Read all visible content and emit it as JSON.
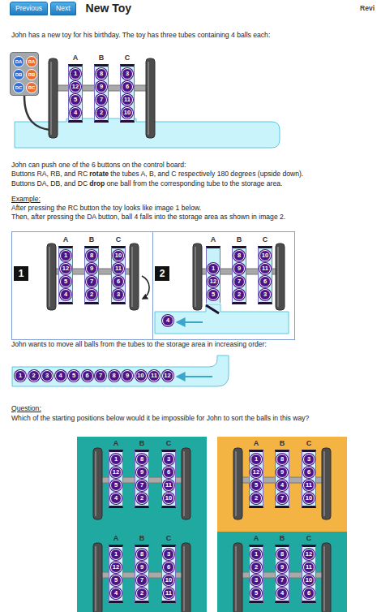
{
  "diagram": {
    "title": "New Toy",
    "nodes": [
      {
        "text": [
          "Previous"
        ]
      },
      {
        "text": [
          "Next"
        ]
      },
      {
        "text": []
      },
      {
        "text": [
          "DA"
        ],
        "in": 2
      },
      {
        "text": [
          "RA"
        ],
        "in": 2
      },
      {
        "text": [
          "DB"
        ],
        "in": 2
      },
      {
        "text": [
          "RB"
        ],
        "in": 2
      },
      {
        "text": [
          "DC"
        ],
        "in": 2
      },
      {
        "text": [
          "RC"
        ],
        "in": 2
      },
      {
        "text": [
          "A"
        ]
      },
      {
        "text": [
          "1"
        ],
        "in": 9
      },
      {
        "text": [
          "12"
        ],
        "in": 9
      },
      {
        "text": [
          "5"
        ],
        "in": 9
      },
      {
        "text": [
          "4"
        ],
        "in": 9
      },
      {
        "text": [
          "B"
        ]
      },
      {
        "text": [
          "8"
        ],
        "in": 14
      },
      {
        "text": [
          "9"
        ],
        "in": 14
      },
      {
        "text": [
          "7"
        ],
        "in": 14
      },
      {
        "text": [
          "2"
        ],
        "in": 14
      },
      {
        "text": [
          "C"
        ]
      },
      {
        "text": [
          "3"
        ],
        "in": 19
      },
      {
        "text": [
          "6"
        ],
        "in": 19
      },
      {
        "text": [
          "11"
        ],
        "in": 19
      },
      {
        "text": [
          "10"
        ],
        "in": 19
      },
      {
        "text": [
          "1"
        ]
      },
      {
        "text": [
          "A"
        ],
        "in": 24
      },
      {
        "text": [
          "1"
        ],
        "in": 25
      },
      {
        "text": [
          "12"
        ],
        "in": 25
      },
      {
        "text": [
          "5"
        ],
        "in": 25
      },
      {
        "text": [
          "4"
        ],
        "in": 25
      },
      {
        "text": [
          "B"
        ],
        "in": 24
      },
      {
        "text": [
          "8"
        ],
        "in": 30
      },
      {
        "text": [
          "9"
        ],
        "in": 30
      },
      {
        "text": [
          "7"
        ],
        "in": 30
      },
      {
        "text": [
          "2"
        ],
        "in": 30
      },
      {
        "text": [
          "C"
        ],
        "in": 24
      },
      {
        "text": [
          "10"
        ],
        "in": 35
      },
      {
        "text": [
          "11"
        ],
        "in": 35
      },
      {
        "text": [
          "6"
        ],
        "in": 35
      },
      {
        "text": [
          "3"
        ],
        "in": 35
      },
      {
        "text": [
          "2"
        ]
      },
      {
        "text": [
          "A"
        ],
        "in": 40
      },
      {
        "text": [
          "1"
        ],
        "in": 41
      },
      {
        "text": [
          "12"
        ],
        "in": 41
      },
      {
        "text": [
          "5"
        ],
        "in": 41
      },
      {
        "text": [
          "B"
        ],
        "in": 40
      },
      {
        "text": [
          "8"
        ],
        "in": 45
      },
      {
        "text": [
          "9"
        ],
        "in": 45
      },
      {
        "text": [
          "7"
        ],
        "in": 45
      },
      {
        "text": [
          "2"
        ],
        "in": 45
      },
      {
        "text": [
          "C"
        ],
        "in": 40
      },
      {
        "text": [
          "10"
        ],
        "in": 50
      },
      {
        "text": [
          "11"
        ],
        "in": 50
      },
      {
        "text": [
          "6"
        ],
        "in": 50
      },
      {
        "text": [
          "3"
        ],
        "in": 50
      },
      {
        "text": [
          "4"
        ],
        "in": 40
      },
      {
        "text": []
      },
      {
        "text": [
          "1"
        ],
        "in": 56
      },
      {
        "text": [
          "2"
        ],
        "in": 56
      },
      {
        "text": [
          "3"
        ],
        "in": 56
      },
      {
        "text": [
          "4"
        ],
        "in": 56
      },
      {
        "text": [
          "5"
        ],
        "in": 56
      },
      {
        "text": [
          "6"
        ],
        "in": 56
      },
      {
        "text": [
          "7"
        ],
        "in": 56
      },
      {
        "text": [
          "8"
        ],
        "in": 56
      },
      {
        "text": [
          "9"
        ],
        "in": 56
      },
      {
        "text": [
          "10"
        ],
        "in": 56
      },
      {
        "text": [
          "11"
        ],
        "in": 56
      },
      {
        "text": [
          "12"
        ],
        "in": 56
      },
      {
        "text": []
      },
      {
        "text": [
          "A"
        ],
        "in": 69
      },
      {
        "text": [
          "1"
        ],
        "in": 70
      },
      {
        "text": [
          "12"
        ],
        "in": 70
      },
      {
        "text": [
          "5"
        ],
        "in": 70
      },
      {
        "text": [
          "4"
        ],
        "in": 70
      },
      {
        "text": [
          "B"
        ],
        "in": 69
      },
      {
        "text": [
          "8"
        ],
        "in": 75
      },
      {
        "text": [
          "9"
        ],
        "in": 75
      },
      {
        "text": [
          "7"
        ],
        "in": 75
      },
      {
        "text": [
          "2"
        ],
        "in": 75
      },
      {
        "text": [
          "C"
        ],
        "in": 69
      },
      {
        "text": [
          "3"
        ],
        "in": 80
      },
      {
        "text": [
          "6"
        ],
        "in": 80
      },
      {
        "text": [
          "11"
        ],
        "in": 80
      },
      {
        "text": [
          "10"
        ],
        "in": 80
      },
      {
        "text": []
      },
      {
        "text": [
          "A"
        ],
        "in": 85
      },
      {
        "text": [
          "1"
        ],
        "in": 86
      },
      {
        "text": [
          "12"
        ],
        "in": 86
      },
      {
        "text": [
          "5"
        ],
        "in": 86
      },
      {
        "text": [
          "2"
        ],
        "in": 86
      },
      {
        "text": [
          "B"
        ],
        "in": 85
      },
      {
        "text": [
          "8"
        ],
        "in": 91
      },
      {
        "text": [
          "9"
        ],
        "in": 91
      },
      {
        "text": [
          "4"
        ],
        "in": 91
      },
      {
        "text": [
          "7"
        ],
        "in": 91
      },
      {
        "text": [
          "C"
        ],
        "in": 85
      },
      {
        "text": [
          "3"
        ],
        "in": 96
      },
      {
        "text": [
          "6"
        ],
        "in": 96
      },
      {
        "text": [
          "11"
        ],
        "in": 96
      },
      {
        "text": [
          "10"
        ],
        "in": 96
      },
      {
        "text": []
      },
      {
        "text": [
          "A"
        ],
        "in": 101
      },
      {
        "text": [
          "1"
        ],
        "in": 102
      },
      {
        "text": [
          "12"
        ],
        "in": 102
      },
      {
        "text": [
          "5"
        ],
        "in": 102
      },
      {
        "text": [
          "4"
        ],
        "in": 102
      },
      {
        "text": [
          "B"
        ],
        "in": 101
      },
      {
        "text": [
          "8"
        ],
        "in": 107
      },
      {
        "text": [
          "9"
        ],
        "in": 107
      },
      {
        "text": [
          "7"
        ],
        "in": 107
      },
      {
        "text": [
          "2"
        ],
        "in": 107
      },
      {
        "text": [
          "C"
        ],
        "in": 101
      },
      {
        "text": [
          "3"
        ],
        "in": 112
      },
      {
        "text": [
          "6"
        ],
        "in": 112
      },
      {
        "text": [
          "10"
        ],
        "in": 112
      },
      {
        "text": [
          "11"
        ],
        "in": 112
      },
      {
        "text": []
      },
      {
        "text": [
          "A"
        ],
        "in": 117
      },
      {
        "text": [
          "1"
        ],
        "in": 118
      },
      {
        "text": [
          "2"
        ],
        "in": 118
      },
      {
        "text": [
          "3"
        ],
        "in": 118
      },
      {
        "text": [
          "5"
        ],
        "in": 118
      },
      {
        "text": [
          "B"
        ],
        "in": 117
      },
      {
        "text": [
          "8"
        ],
        "in": 123
      },
      {
        "text": [
          "9"
        ],
        "in": 123
      },
      {
        "text": [
          "7"
        ],
        "in": 123
      },
      {
        "text": [
          "4"
        ],
        "in": 123
      },
      {
        "text": [
          "C"
        ],
        "in": 117
      },
      {
        "text": [
          "12"
        ],
        "in": 128
      },
      {
        "text": [
          "11"
        ],
        "in": 128
      },
      {
        "text": [
          "10"
        ],
        "in": 128
      },
      {
        "text": [
          "6"
        ],
        "in": 128
      }
    ],
    "labels": [
      "Revi",
      "John has a new toy for his birthday. The toy has three tubes containing 4 balls each:",
      "John can push one of the 6 buttons on the control board:",
      "Buttons RA, RB, and RC",
      "rotate",
      "the tubes A, B, and C respectively 180 degrees (upside down).",
      "Buttons DA, DB, and DC",
      "drop",
      "one ball from the corresponding tube to the storage area.",
      "Example:",
      "After pressing the RC button the toy looks like image 1 below.",
      "Then, after pressing the DA button, ball 4 falls into the storage area as shown in image 2.",
      "John wants to move all balls from the tubes to the storage area in increasing order:",
      "Question:",
      "Which of the starting positions below would it be impossible for John to sort the balls in this way?"
    ]
  }
}
